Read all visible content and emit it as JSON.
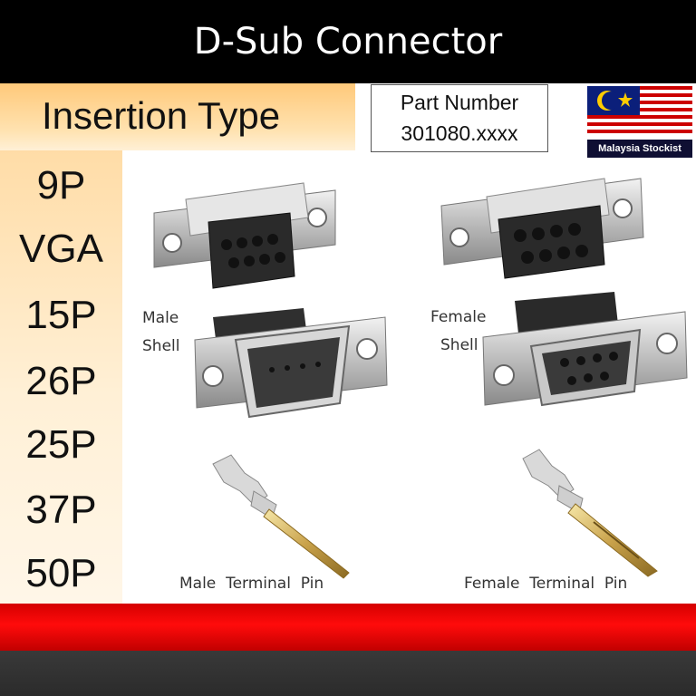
{
  "header": {
    "title": "D-Sub Connector"
  },
  "section": {
    "title": "Insertion Type"
  },
  "types": [
    "9P",
    "VGA",
    "15P",
    "26P",
    "25P",
    "37P",
    "50P"
  ],
  "part_number": {
    "label": "Part Number",
    "value": "301080.xxxx"
  },
  "badge": {
    "text": "Malaysia Stockist"
  },
  "products": {
    "male_shell_line1": "Male",
    "male_shell_line2": "Shell",
    "female_shell_line1": "Female",
    "female_shell_line2": "Shell",
    "male_pin": "Male  Terminal  Pin",
    "female_pin": "Female  Terminal  Pin"
  },
  "colors": {
    "header_bg": "#000000",
    "accent_red": "#ff0b0b",
    "footer_gray": "#2e2e2e",
    "left_panel": "#ffe2b0"
  }
}
